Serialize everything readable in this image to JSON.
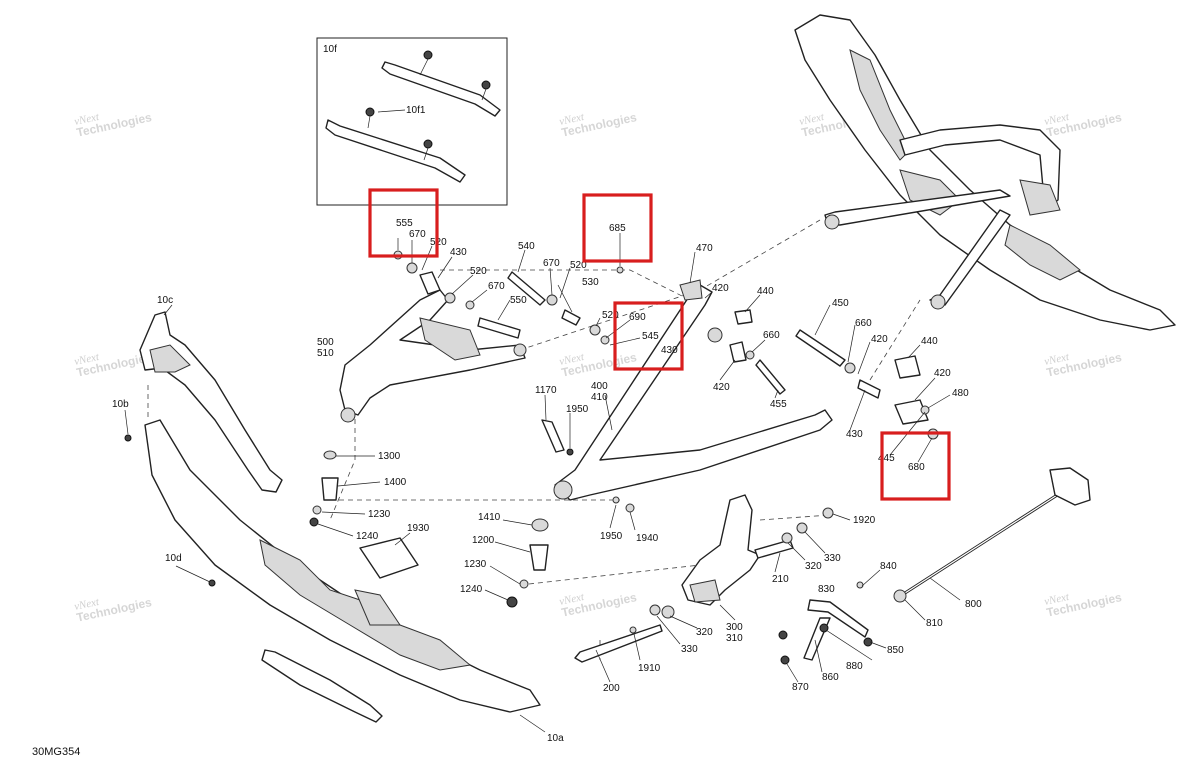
{
  "diagram_id": "30MG354",
  "inset_label": "10f",
  "watermark": {
    "line1": "vNext",
    "line2": "Technologies",
    "combined": "vNext Technologies"
  },
  "labels": {
    "p10f1": "10f1",
    "p555": "555",
    "p670a": "670",
    "p520a": "520",
    "p430a": "430",
    "p540": "540",
    "p670b": "670",
    "p520b": "520",
    "p520c": "520",
    "p670c": "670",
    "p550": "550",
    "p530": "530",
    "p520d": "520",
    "p685": "685",
    "p470": "470",
    "p420a": "420",
    "p440a": "440",
    "p690": "690",
    "p545": "545",
    "p430b": "430",
    "p660": "660",
    "p450": "450",
    "p660b": "660",
    "p420b": "420",
    "p420c": "420",
    "p440b": "440",
    "p420d": "420",
    "p480": "480",
    "p455": "455",
    "p500": "500",
    "p510": "510",
    "p10c": "10c",
    "p10b": "10b",
    "p1170": "1170",
    "p1950a": "1950",
    "p400": "400",
    "p410": "410",
    "p430c": "430",
    "p445": "445",
    "p680": "680",
    "p1300": "1300",
    "p1400": "1400",
    "p1230a": "1230",
    "p1240a": "1240",
    "p1930": "1930",
    "p1410": "1410",
    "p1200": "1200",
    "p1230b": "1230",
    "p1240b": "1240",
    "p1950b": "1950",
    "p1940": "1940",
    "p1920": "1920",
    "p330a": "330",
    "p320a": "320",
    "p210": "210",
    "p300": "300",
    "p310": "310",
    "p320b": "320",
    "p330b": "330",
    "p1910": "1910",
    "p200": "200",
    "p10d": "10d",
    "p10a": "10a",
    "p830": "830",
    "p840": "840",
    "p800": "800",
    "p810": "810",
    "p850": "850",
    "p880": "880",
    "p860": "860",
    "p870": "870"
  },
  "highlight_color": "#d81e1e"
}
